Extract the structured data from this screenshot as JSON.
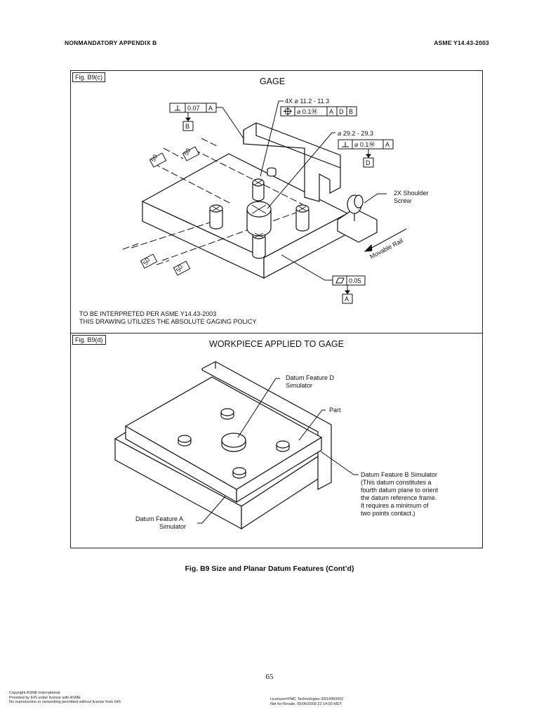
{
  "header": {
    "left": "NONMANDATORY APPENDIX B",
    "right": "ASME Y14.43-2003"
  },
  "fig_c": {
    "tag": "Fig. B9(c)",
    "title": "GAGE",
    "fcf_top_left": {
      "tolerance": "0.07",
      "datum": "A",
      "label": "B"
    },
    "fcf_holes": {
      "count": "4X ⌀ 11.2 - 11.3",
      "tolerance": "⌀ 0.1Ⓜ",
      "datums": [
        "A",
        "D",
        "B"
      ]
    },
    "fcf_center": {
      "size": "⌀ 29.2 - 29.3",
      "tolerance": "⌀ 0.1Ⓜ",
      "datum": "A",
      "label": "D"
    },
    "fcf_flat": {
      "tolerance": "0.05",
      "label": "A"
    },
    "dims": [
      "50",
      "50",
      "50",
      "50"
    ],
    "shoulder_screw": [
      "2X Shoulder",
      "Screw"
    ],
    "movable_rail": "Movable Rail",
    "notes": [
      "TO BE INTERPRETED PER ASME Y14.43-2003",
      "THIS DRAWING UTILIZES THE ABSOLUTE GAGING POLICY"
    ]
  },
  "fig_d": {
    "tag": "Fig. B9(d)",
    "title": "WORKPIECE APPLIED TO GAGE",
    "label_d": [
      "Datum Feature D",
      "Simulator"
    ],
    "label_part": "Part",
    "label_b": [
      "Datum Feature B Simulator",
      "(This datum constitutes a",
      "fourth datum plane to orient",
      "the datum reference frame.",
      "It requires a minimum of",
      "two points contact.)"
    ],
    "label_a": [
      "Datum Feature A",
      "Simulator"
    ]
  },
  "caption": "Fig. B9    Size and Planar Datum Features (Cont’d)",
  "page_number": "65",
  "footer_left": [
    "Copyright ASME International",
    "Provided by IHS under license with ASME",
    "No reproduction or networking permitted without license from IHS"
  ],
  "footer_right": [
    "Licensee=FMC Technologies /5914950002",
    "Not for Resale, 05/06/2009 22:14:00 MDT"
  ]
}
